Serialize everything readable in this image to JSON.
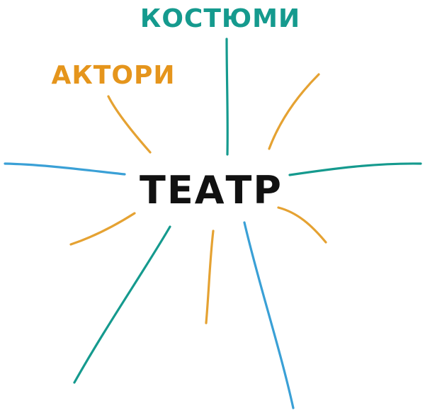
{
  "center": {
    "label": "ТЕАТР",
    "color": "#111111"
  },
  "branches": [
    {
      "label": "КОСТЮМИ",
      "color": "#159a8e"
    },
    {
      "label": "АКТОРИ",
      "color": "#e5951c"
    }
  ],
  "palette": {
    "teal": "#159a8e",
    "orange": "#e5a232",
    "blue": "#3aa0d6"
  }
}
